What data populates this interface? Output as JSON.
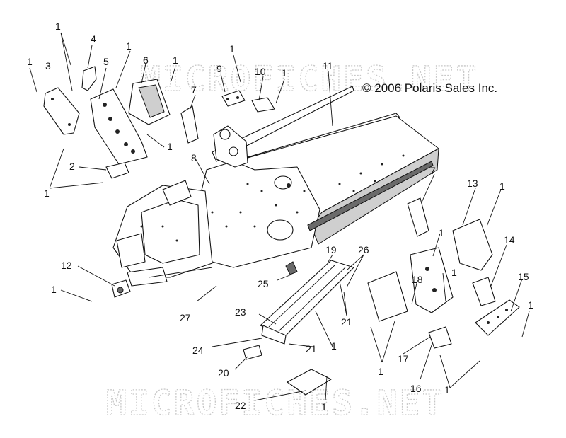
{
  "copyright": "© 2006 Polaris Sales Inc.",
  "watermark": "MICROFICHES.NET",
  "callouts": [
    {
      "id": "c1a",
      "text": "1"
    },
    {
      "id": "c1b",
      "text": "1"
    },
    {
      "id": "c3",
      "text": "3"
    },
    {
      "id": "c4",
      "text": "4"
    },
    {
      "id": "c5",
      "text": "5"
    },
    {
      "id": "c1c",
      "text": "1"
    },
    {
      "id": "c6",
      "text": "6"
    },
    {
      "id": "c1d",
      "text": "1"
    },
    {
      "id": "c1e",
      "text": "1"
    },
    {
      "id": "c9",
      "text": "9"
    },
    {
      "id": "c10",
      "text": "10"
    },
    {
      "id": "c1f",
      "text": "1"
    },
    {
      "id": "c11",
      "text": "11"
    },
    {
      "id": "c7a",
      "text": "7"
    },
    {
      "id": "c8",
      "text": "8"
    },
    {
      "id": "c1g",
      "text": "1"
    },
    {
      "id": "c2",
      "text": "2"
    },
    {
      "id": "c1h",
      "text": "1"
    },
    {
      "id": "c7b",
      "text": "7"
    },
    {
      "id": "c13",
      "text": "13"
    },
    {
      "id": "c1i",
      "text": "1"
    },
    {
      "id": "c1j",
      "text": "1"
    },
    {
      "id": "c14",
      "text": "14"
    },
    {
      "id": "c19",
      "text": "19"
    },
    {
      "id": "c26",
      "text": "26"
    },
    {
      "id": "c12",
      "text": "12"
    },
    {
      "id": "c1k",
      "text": "1"
    },
    {
      "id": "c25",
      "text": "25"
    },
    {
      "id": "c1l",
      "text": "1"
    },
    {
      "id": "c18",
      "text": "18"
    },
    {
      "id": "c15",
      "text": "15"
    },
    {
      "id": "c27",
      "text": "27"
    },
    {
      "id": "c23",
      "text": "23"
    },
    {
      "id": "c21a",
      "text": "21"
    },
    {
      "id": "c1m",
      "text": "1"
    },
    {
      "id": "c24",
      "text": "24"
    },
    {
      "id": "c21b",
      "text": "21"
    },
    {
      "id": "c1n",
      "text": "1"
    },
    {
      "id": "c17",
      "text": "17"
    },
    {
      "id": "c20",
      "text": "20"
    },
    {
      "id": "c1o",
      "text": "1"
    },
    {
      "id": "c16",
      "text": "16"
    },
    {
      "id": "c1p",
      "text": "1"
    },
    {
      "id": "c22",
      "text": "22"
    },
    {
      "id": "c1q",
      "text": "1"
    }
  ]
}
